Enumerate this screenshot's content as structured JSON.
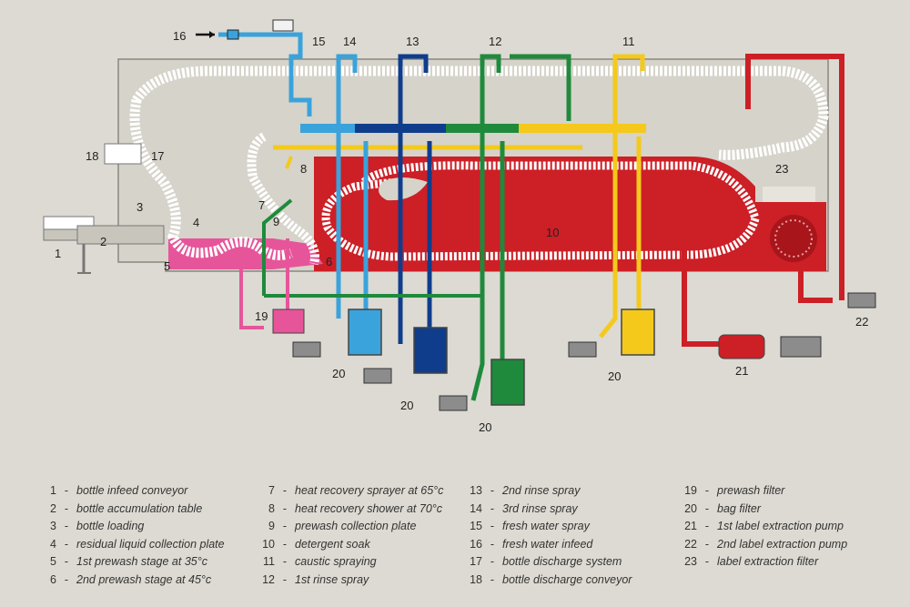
{
  "colors": {
    "background": "#dcdad2",
    "caustic_red": "#cc1f26",
    "rinse1_green": "#1f8a3c",
    "rinse2_navy": "#0f3d8c",
    "rinse3_lightblue": "#3aa3dc",
    "yellow": "#f4c91c",
    "pink": "#e6559a"
  },
  "labels": {
    "l1": "1",
    "l2": "2",
    "l3": "3",
    "l4": "4",
    "l5": "5",
    "l6": "6",
    "l7": "7",
    "l8": "8",
    "l9": "9",
    "l10": "10",
    "l11": "11",
    "l12": "12",
    "l13": "13",
    "l14": "14",
    "l15": "15",
    "l16": "16",
    "l17": "17",
    "l18": "18",
    "l19": "19",
    "l20": "20",
    "l21": "21",
    "l22": "22",
    "l23": "23"
  },
  "legend": [
    [
      {
        "num": "1",
        "text": "bottle infeed conveyor"
      },
      {
        "num": "2",
        "text": "bottle accumulation table"
      },
      {
        "num": "3",
        "text": "bottle loading"
      },
      {
        "num": "4",
        "text": "residual liquid collection plate"
      },
      {
        "num": "5",
        "text": "1st prewash stage at 35°c"
      },
      {
        "num": "6",
        "text": "2nd prewash stage at 45°c"
      }
    ],
    [
      {
        "num": "7",
        "text": "heat recovery sprayer at 65°c"
      },
      {
        "num": "8",
        "text": "heat recovery shower at 70°c"
      },
      {
        "num": "9",
        "text": "prewash collection plate"
      },
      {
        "num": "10",
        "text": "detergent soak"
      },
      {
        "num": "11",
        "text": "caustic spraying"
      },
      {
        "num": "12",
        "text": "1st rinse spray"
      }
    ],
    [
      {
        "num": "13",
        "text": "2nd rinse spray"
      },
      {
        "num": "14",
        "text": "3rd rinse spray"
      },
      {
        "num": "15",
        "text": "fresh water spray"
      },
      {
        "num": "16",
        "text": "fresh water infeed"
      },
      {
        "num": "17",
        "text": "bottle discharge system"
      },
      {
        "num": "18",
        "text": "bottle discharge conveyor"
      }
    ],
    [
      {
        "num": "19",
        "text": "prewash filter"
      },
      {
        "num": "20",
        "text": "bag filter"
      },
      {
        "num": "21",
        "text": "1st label extraction pump"
      },
      {
        "num": "22",
        "text": "2nd label extraction pump"
      },
      {
        "num": "23",
        "text": "label extraction filter"
      }
    ]
  ]
}
